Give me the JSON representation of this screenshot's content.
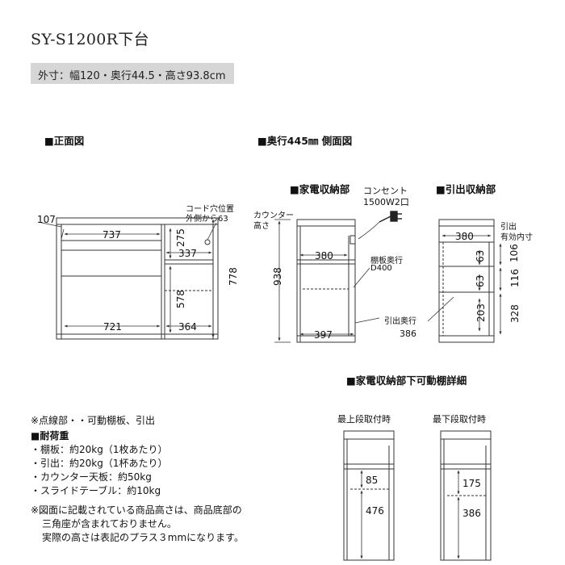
{
  "title": "SY-S1200R下台",
  "spec": "外寸：幅120・奥行44.5・高さ93.8cm",
  "front": {
    "heading": "■正面図",
    "cord_note": [
      "コード穴位置",
      "外側から63"
    ],
    "dims": {
      "d107": "107",
      "d737": "737",
      "d275": "275",
      "d337": "337",
      "d578": "578",
      "d778": "778",
      "d721": "721",
      "d364": "364"
    }
  },
  "side": {
    "heading": "■奥行445㎜ 側面図",
    "appliance_heading": "■家電収納部",
    "drawer_heading": "■引出収納部",
    "outlet_label": [
      "コンセント",
      "1500W2口"
    ],
    "counter_label": [
      "カウンター",
      "高さ"
    ],
    "shelf_label": [
      "棚板奥行",
      "D400"
    ],
    "drawer_depth_label": [
      "引出奥行",
      "386"
    ],
    "drawer_inner_label": [
      "引出",
      "有効内寸"
    ],
    "dims": {
      "d938": "938",
      "d380a": "380",
      "d397": "397",
      "d380b": "380",
      "d63a": "63",
      "d63b": "63",
      "d203": "203",
      "d106": "106",
      "d116": "116",
      "d328": "328"
    }
  },
  "shelf_detail": {
    "heading": "■家電収納部下可動棚詳細",
    "top_label": "最上段取付時",
    "bottom_label": "最下段取付時",
    "top_dims": {
      "a": "85",
      "b": "476"
    },
    "bottom_dims": {
      "a": "175",
      "b": "386"
    }
  },
  "notes": {
    "dotted": "※点線部・・可動棚板、引出",
    "load_heading": "■耐荷重",
    "loads": [
      "・棚板：約20kg（1枚あたり）",
      "・引出：約20kg（1杯あたり）",
      "・カウンター天板：約50kg",
      "・スライドテーブル：約10kg"
    ],
    "footnote": [
      "※図面に記載されている商品高さは、商品底部の",
      "三角座が含まれておりません。",
      "実際の高さは表記のプラス３mmになります。"
    ]
  },
  "colors": {
    "line": "#333333",
    "spec_bg": "#d6d6d6",
    "hatch": "#777777"
  }
}
